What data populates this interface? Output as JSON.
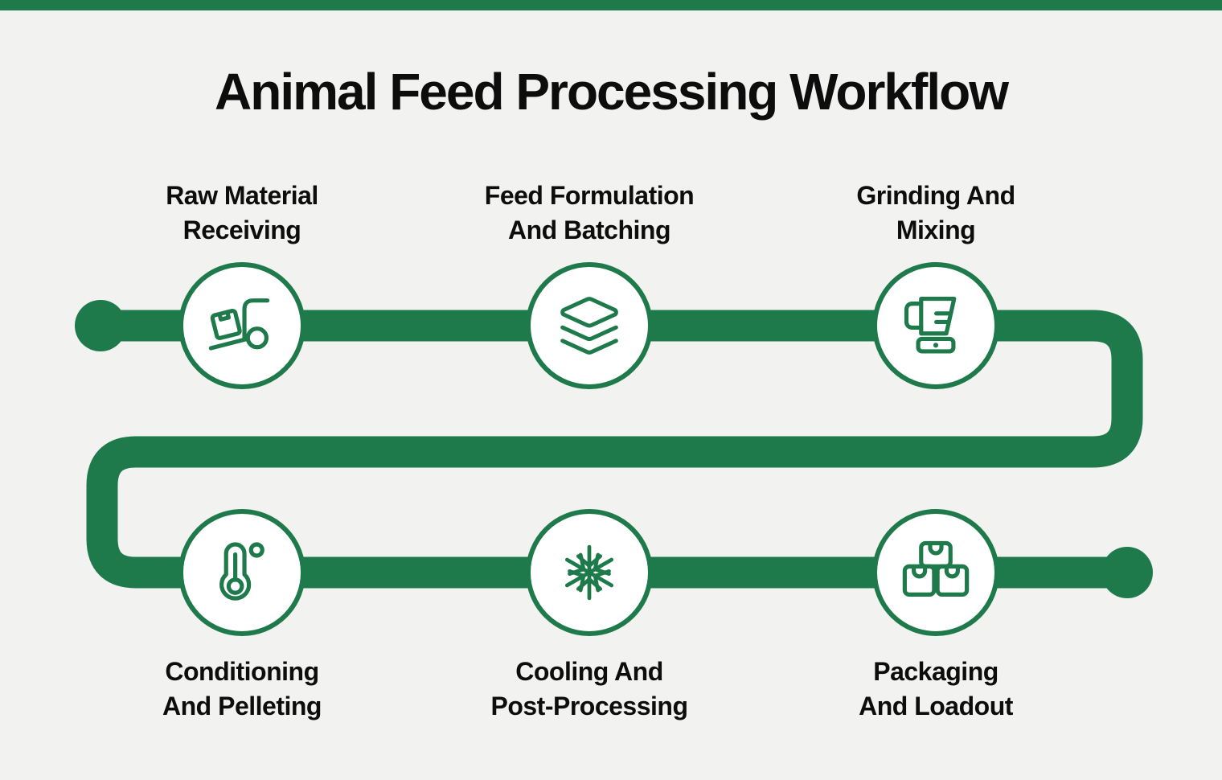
{
  "title": "Animal Feed Processing Workflow",
  "theme": {
    "accent_green": "#1F7A4B",
    "background": "#F2F2F0",
    "text_color": "#0D0D0D",
    "node_fill": "#FFFFFF"
  },
  "flow": {
    "direction": "snake-left-to-right",
    "start_cap": "filled-circle",
    "end_cap": "filled-circle"
  },
  "steps": [
    {
      "lines": [
        "Raw Material",
        "Receiving"
      ],
      "icon": "hand-truck-icon",
      "row": "top"
    },
    {
      "lines": [
        "Feed Formulation",
        "And Batching"
      ],
      "icon": "layers-icon",
      "row": "top"
    },
    {
      "lines": [
        "Grinding And",
        "Mixing"
      ],
      "icon": "blender-grinder-icon",
      "row": "top"
    },
    {
      "lines": [
        "Conditioning",
        "And Pelleting"
      ],
      "icon": "thermometer-icon",
      "row": "bottom"
    },
    {
      "lines": [
        "Cooling And",
        "Post-Processing"
      ],
      "icon": "snowflake-icon",
      "row": "bottom"
    },
    {
      "lines": [
        "Packaging",
        "And Loadout"
      ],
      "icon": "packages-icon",
      "row": "bottom"
    }
  ]
}
